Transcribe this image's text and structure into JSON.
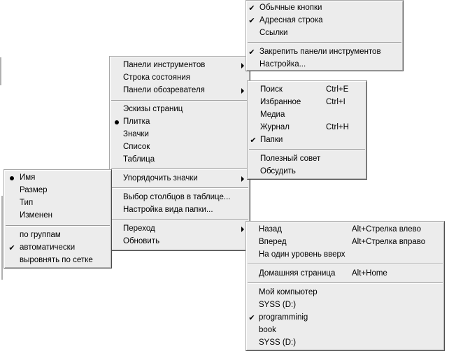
{
  "toolbars_menu": {
    "items": [
      {
        "label": "Обычные кнопки",
        "checked": true
      },
      {
        "label": "Адресная строка",
        "checked": true
      },
      {
        "label": "Ссылки",
        "checked": false
      },
      {
        "label": "Закрепить панели инструментов",
        "checked": true
      },
      {
        "label": "Настройка...",
        "checked": false
      }
    ]
  },
  "view_menu": {
    "items": [
      {
        "label": "Панели инструментов",
        "submenu": true
      },
      {
        "label": "Строка состояния"
      },
      {
        "label": "Панели обозревателя",
        "submenu": true
      },
      {
        "label": "Эскизы страниц"
      },
      {
        "label": "Плитка",
        "selected": true
      },
      {
        "label": "Значки"
      },
      {
        "label": "Список"
      },
      {
        "label": "Таблица"
      },
      {
        "label": "Упорядочить значки",
        "submenu": true
      },
      {
        "label": "Выбор столбцов в таблице..."
      },
      {
        "label": "Настройка вида папки..."
      },
      {
        "label": "Переход",
        "submenu": true
      },
      {
        "label": "Обновить"
      }
    ]
  },
  "explorer_bar_menu": {
    "items": [
      {
        "label": "Поиск",
        "shortcut": "Ctrl+E"
      },
      {
        "label": "Избранное",
        "shortcut": "Ctrl+I"
      },
      {
        "label": "Медиа",
        "shortcut": ""
      },
      {
        "label": "Журнал",
        "shortcut": "Ctrl+H"
      },
      {
        "label": "Папки",
        "shortcut": "",
        "checked": true
      },
      {
        "label": "Полезный совет",
        "shortcut": ""
      },
      {
        "label": "Обсудить",
        "shortcut": ""
      }
    ]
  },
  "arrange_menu": {
    "items": [
      {
        "label": "Имя",
        "selected": true
      },
      {
        "label": "Размер"
      },
      {
        "label": "Тип"
      },
      {
        "label": "Изменен"
      },
      {
        "label": "по группам"
      },
      {
        "label": "автоматически",
        "checked": true
      },
      {
        "label": "выровнять по сетке"
      }
    ]
  },
  "go_menu": {
    "items": [
      {
        "label": "Назад",
        "shortcut": "Alt+Стрелка влево"
      },
      {
        "label": "Вперед",
        "shortcut": "Alt+Стрелка вправо"
      },
      {
        "label": "На один уровень вверх",
        "shortcut": ""
      },
      {
        "label": "Домашняя страница",
        "shortcut": "Alt+Home"
      },
      {
        "label": "Мой компьютер",
        "shortcut": ""
      },
      {
        "label": "SYSS (D:)",
        "shortcut": ""
      },
      {
        "label": "programminig",
        "shortcut": "",
        "checked": true
      },
      {
        "label": "book",
        "shortcut": ""
      },
      {
        "label": "SYSS (D:)",
        "shortcut": ""
      }
    ]
  },
  "icons": {
    "check": "check-icon",
    "bullet": "bullet-icon",
    "submenu_arrow": "submenu-arrow-icon"
  },
  "glyphs": {
    "check": "✔"
  }
}
